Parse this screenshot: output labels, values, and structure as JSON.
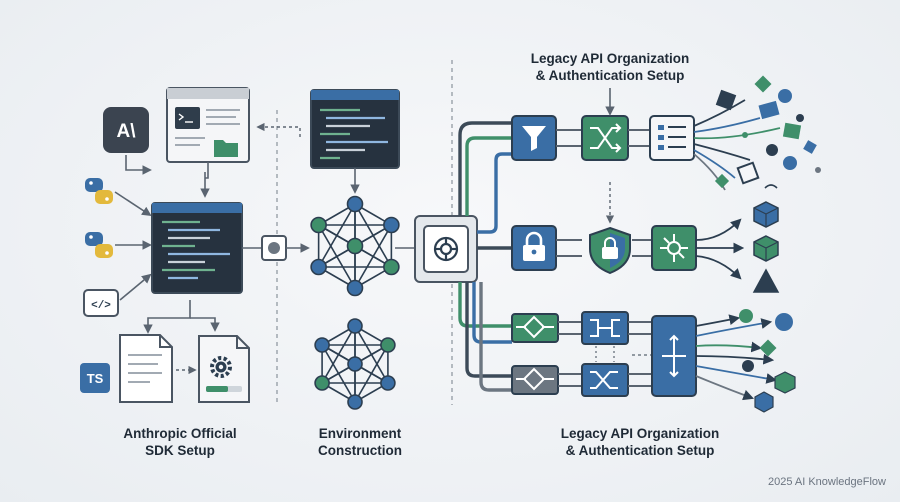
{
  "labels": {
    "sdk_line1": "Anthropic Official",
    "sdk_line2": "SDK Setup",
    "env_line1": "Environment",
    "env_line2": "Construction",
    "legacy_top_line1": "Legacy API Organization",
    "legacy_top_line2": "& Authentication Setup",
    "legacy_bottom_line1": "Legacy API Organization",
    "legacy_bottom_line2": "& Authentication Setup"
  },
  "badges": {
    "anthropic": "A\\",
    "typescript": "TS"
  },
  "watermark": "2025 AI KnowledgeFlow",
  "colors": {
    "navy": "#2c3e50",
    "blue": "#3a6ea5",
    "green": "#3f8f6a",
    "grey": "#6c7681",
    "dark_panel": "#26323f",
    "light_panel": "#e4e8ec"
  },
  "icons": [
    "anthropic-logo-icon",
    "python-icon",
    "code-brackets-icon",
    "typescript-icon",
    "terminal-icon",
    "folder-icon",
    "document-icon",
    "gear-icon",
    "neural-network-icon",
    "chip-hub-icon",
    "funnel-icon",
    "shuffle-icon",
    "list-icon",
    "lock-icon",
    "shield-icon",
    "cube-icon",
    "pyramid-icon"
  ]
}
